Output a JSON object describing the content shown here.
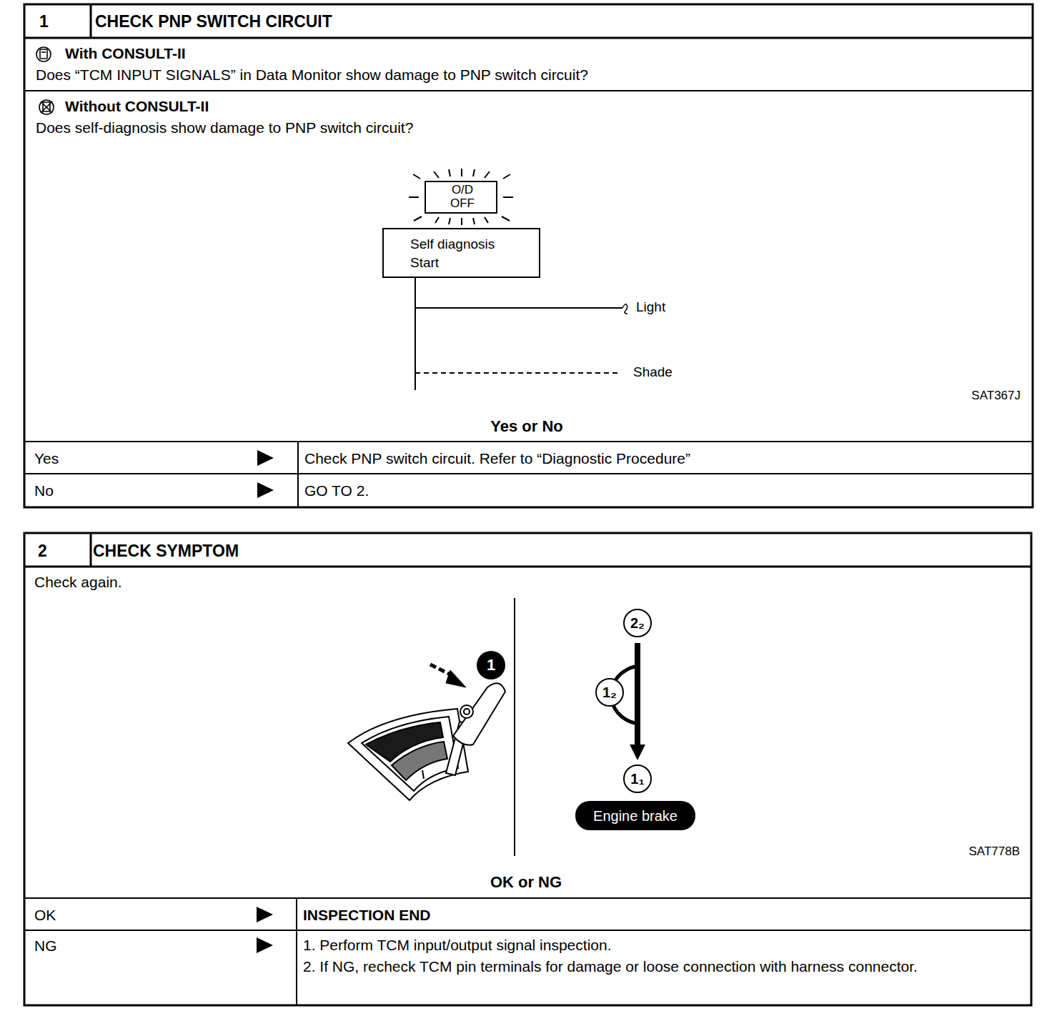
{
  "diagram": {
    "nodes": [
      {
        "text": [
          "1",
          "CHECK PNP SWITCH CIRCUIT"
        ]
      },
      {
        "text": [
          "With CONSULT-II",
          "Does “TCM INPUT SIGNALS” in Data Monitor show damage to PNP switch circuit?"
        ],
        "in": 0
      },
      {
        "text": [
          "Without CONSULT-II",
          "Does self-diagnosis show damage to PNP switch circuit?"
        ],
        "in": 0
      },
      {
        "text": [
          "O/D OFF"
        ],
        "in": 2
      },
      {
        "text": [
          "Self diagnosis Start"
        ],
        "in": 2
      },
      {
        "text": [
          "Yes"
        ],
        "in": 0
      },
      {
        "text": [
          "Check PNP switch circuit. Refer to “Diagnostic Procedure”"
        ],
        "in": 0
      },
      {
        "text": [
          "No"
        ],
        "in": 0
      },
      {
        "text": [
          "GO TO 2."
        ],
        "in": 0
      },
      {
        "text": [
          "2",
          "CHECK SYMPTOM"
        ]
      },
      {
        "text": [
          "Check again."
        ],
        "in": 9
      },
      {
        "text": [
          "1"
        ],
        "in": 10
      },
      {
        "text": [
          "2₂"
        ],
        "in": 10
      },
      {
        "text": [
          "1₂"
        ],
        "in": 10
      },
      {
        "text": [
          "1₁"
        ],
        "in": 10
      },
      {
        "text": [
          "Engine brake"
        ],
        "in": 10
      },
      {
        "text": [
          "OK"
        ],
        "in": 9
      },
      {
        "text": [
          "INSPECTION END"
        ],
        "in": 9
      },
      {
        "text": [
          "NG"
        ],
        "in": 9
      },
      {
        "text": [
          "1. Perform TCM input/output signal inspection.",
          "2. If NG, recheck TCM pin terminals for damage or loose connection with harness connector."
        ],
        "in": 9
      }
    ],
    "edges": [
      {
        "from": 12,
        "to": 14,
        "arrow": "to"
      }
    ],
    "labels": [
      "Light",
      "Shade",
      "SAT367J",
      "Yes or No",
      "SAT778B",
      "OK or NG"
    ]
  }
}
